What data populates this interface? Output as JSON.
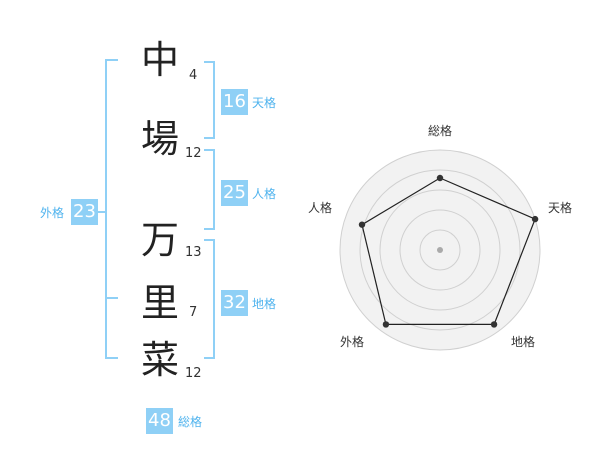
{
  "name": {
    "chars": [
      {
        "char": "中",
        "strokes": "4"
      },
      {
        "char": "場",
        "strokes": "12"
      },
      {
        "char": "万",
        "strokes": "13"
      },
      {
        "char": "里",
        "strokes": "7"
      },
      {
        "char": "菜",
        "strokes": "12"
      }
    ]
  },
  "fortune": {
    "tenkaku": {
      "value": "16",
      "label": "天格"
    },
    "jinkaku": {
      "value": "25",
      "label": "人格"
    },
    "chikaku": {
      "value": "32",
      "label": "地格"
    },
    "gaikaku": {
      "value": "23",
      "label": "外格"
    },
    "soukaku": {
      "value": "48",
      "label": "総格"
    }
  },
  "radar": {
    "labels": [
      "総格",
      "天格",
      "地格",
      "外格",
      "人格"
    ],
    "values": [
      0.72,
      1.0,
      0.92,
      0.92,
      0.82
    ],
    "max": 1,
    "ring_count": 5,
    "colors": {
      "fill": "#f2f2f2",
      "ring": "#d0d0d0",
      "line": "#222222",
      "point": "#333333",
      "center": "#aaaaaa"
    }
  },
  "colors": {
    "accent": "#8fd0f6",
    "accent_text": "#4fb3ee",
    "bracket": "#8fd0f6"
  }
}
